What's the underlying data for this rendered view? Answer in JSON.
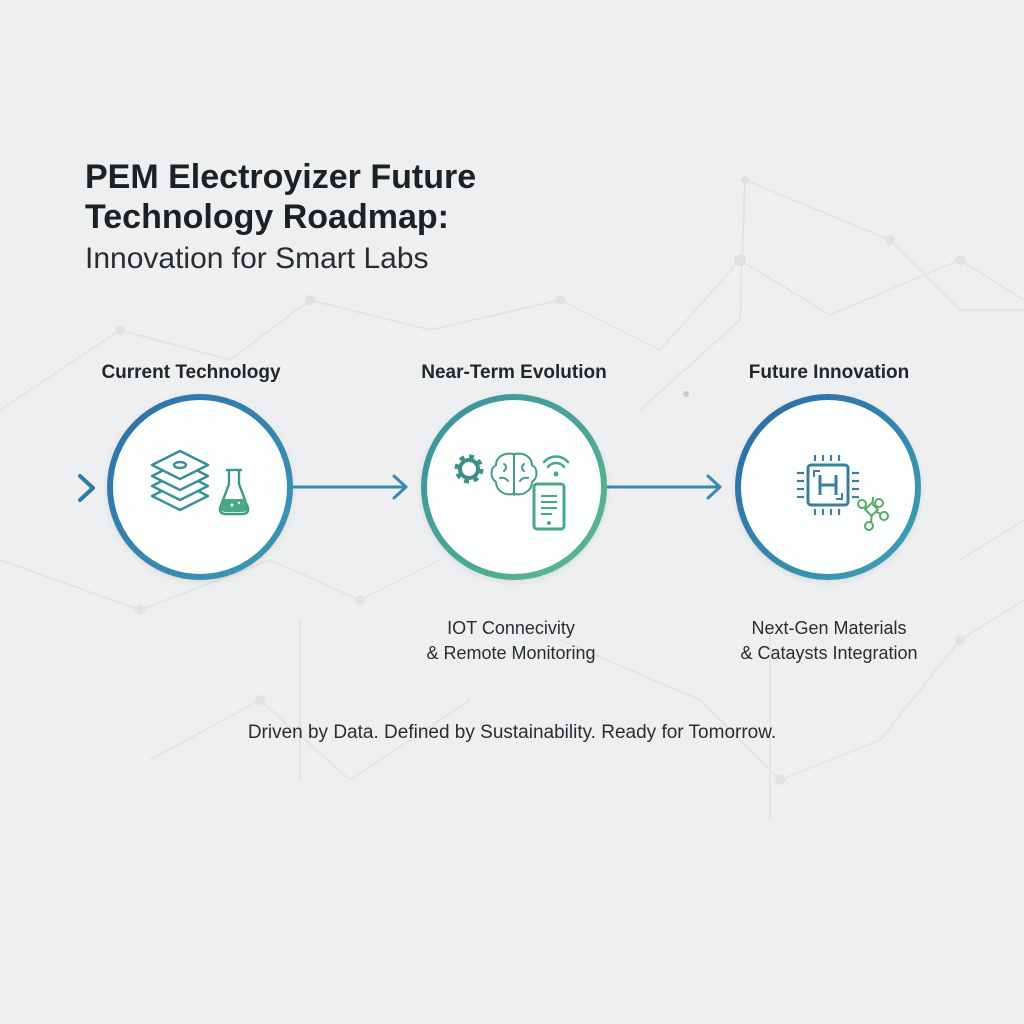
{
  "header": {
    "title_line1": "PEM Electroyizer Future",
    "title_line2": "Technology Roadmap:",
    "subtitle": "Innovation for Smart Labs"
  },
  "stages": [
    {
      "label": "Current Technology",
      "icons": [
        "stacked-layers-icon",
        "flask-icon"
      ],
      "description_line1": "",
      "description_line2": "",
      "ring_color": "#2f7fae"
    },
    {
      "label": "Near-Term Evolution",
      "icons": [
        "gear-icon",
        "brain-icon",
        "wifi-icon",
        "tablet-icon"
      ],
      "description_line1": "IOT Connecivity",
      "description_line2": "& Remote Monitoring",
      "ring_color": "#4aa88a"
    },
    {
      "label": "Future Innovation",
      "icons": [
        "hydrogen-chip-icon",
        "molecule-icon"
      ],
      "description_line1": "Next-Gen Materials",
      "description_line2": "& Cataysts Integration",
      "ring_color": "#2f7fae"
    }
  ],
  "tagline": "Driven by Data. Defined by Sustainability. Ready for Tomorrow.",
  "colors": {
    "background": "#eeeff0",
    "blue": "#2f7fae",
    "teal": "#3a9aa0",
    "green": "#4aa88a",
    "text": "#1f2326"
  }
}
